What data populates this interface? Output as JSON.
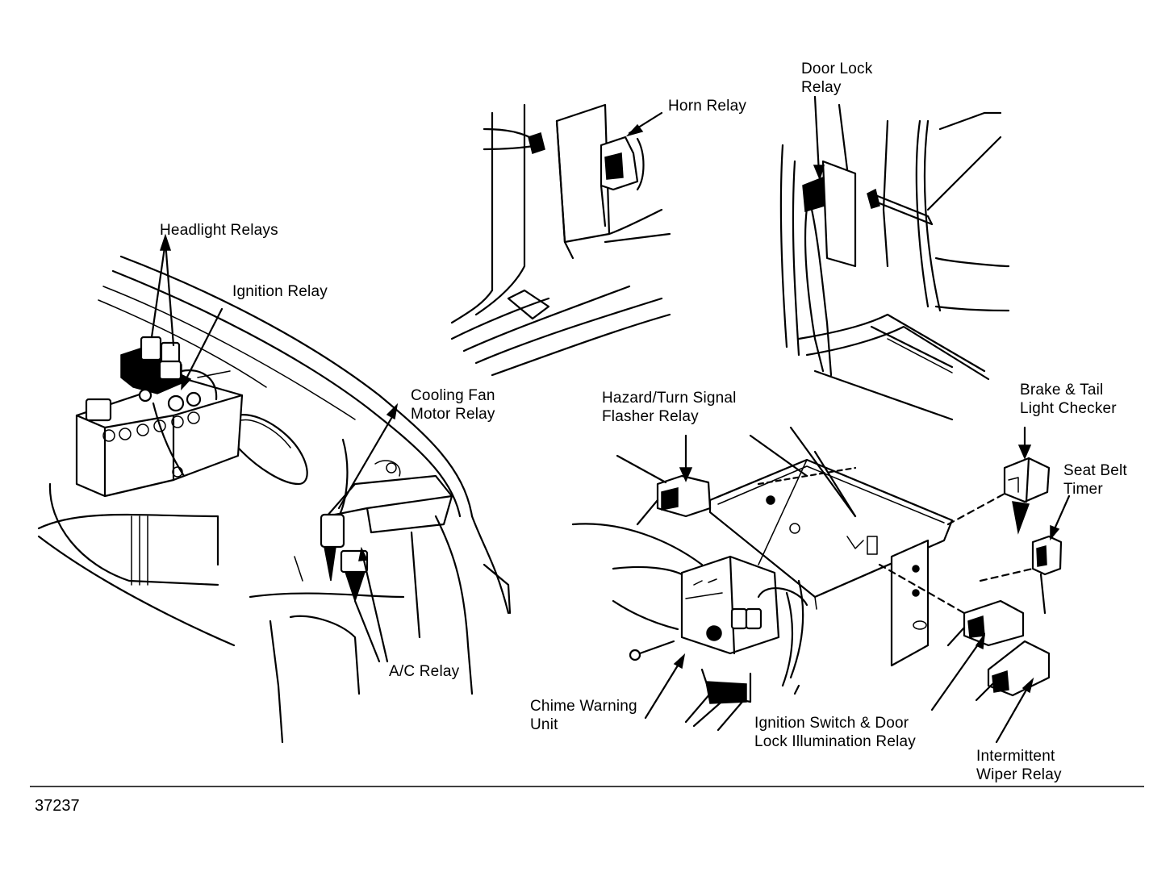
{
  "figure_number": "37237",
  "labels": {
    "headlight_relays": "Headlight Relays",
    "ignition_relay": "Ignition Relay",
    "cooling_fan_1": "Cooling Fan",
    "cooling_fan_2": "Motor Relay",
    "ac_relay": "A/C Relay",
    "horn_relay": "Horn Relay",
    "door_lock_1": "Door Lock",
    "door_lock_2": "Relay",
    "hazard_1": "Hazard/Turn Signal",
    "hazard_2": "Flasher Relay",
    "brake_1": "Brake & Tail",
    "brake_2": "Light Checker",
    "seat_belt_1": "Seat Belt",
    "seat_belt_2": "Timer",
    "chime_1": "Chime Warning",
    "chime_2": "Unit",
    "ign_switch_1": "Ignition Switch & Door",
    "ign_switch_2": "Lock Illumination Relay",
    "wiper_1": "Intermittent",
    "wiper_2": "Wiper Relay"
  }
}
